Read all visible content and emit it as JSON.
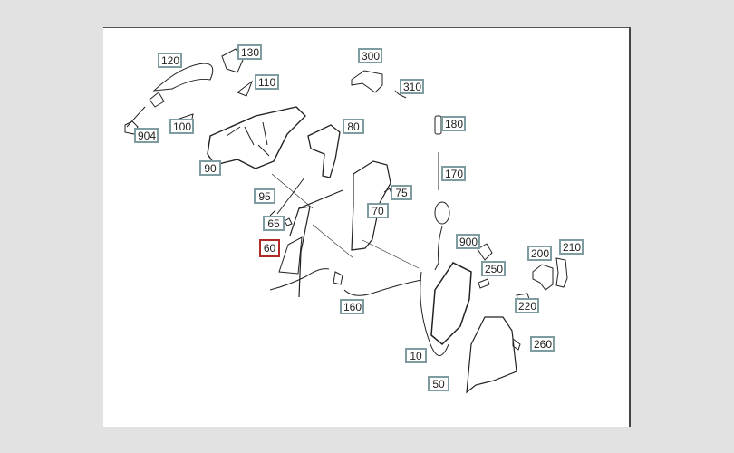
{
  "diagram": {
    "selected_part": "60",
    "colors": {
      "label_border": "#7f9ca0",
      "selected_border": "#b02a2a"
    },
    "labels": [
      "120",
      "130",
      "110",
      "904",
      "100",
      "90",
      "80",
      "300",
      "310",
      "180",
      "170",
      "75",
      "95",
      "65",
      "70",
      "60",
      "900",
      "250",
      "200",
      "210",
      "220",
      "160",
      "10",
      "260",
      "50"
    ]
  }
}
